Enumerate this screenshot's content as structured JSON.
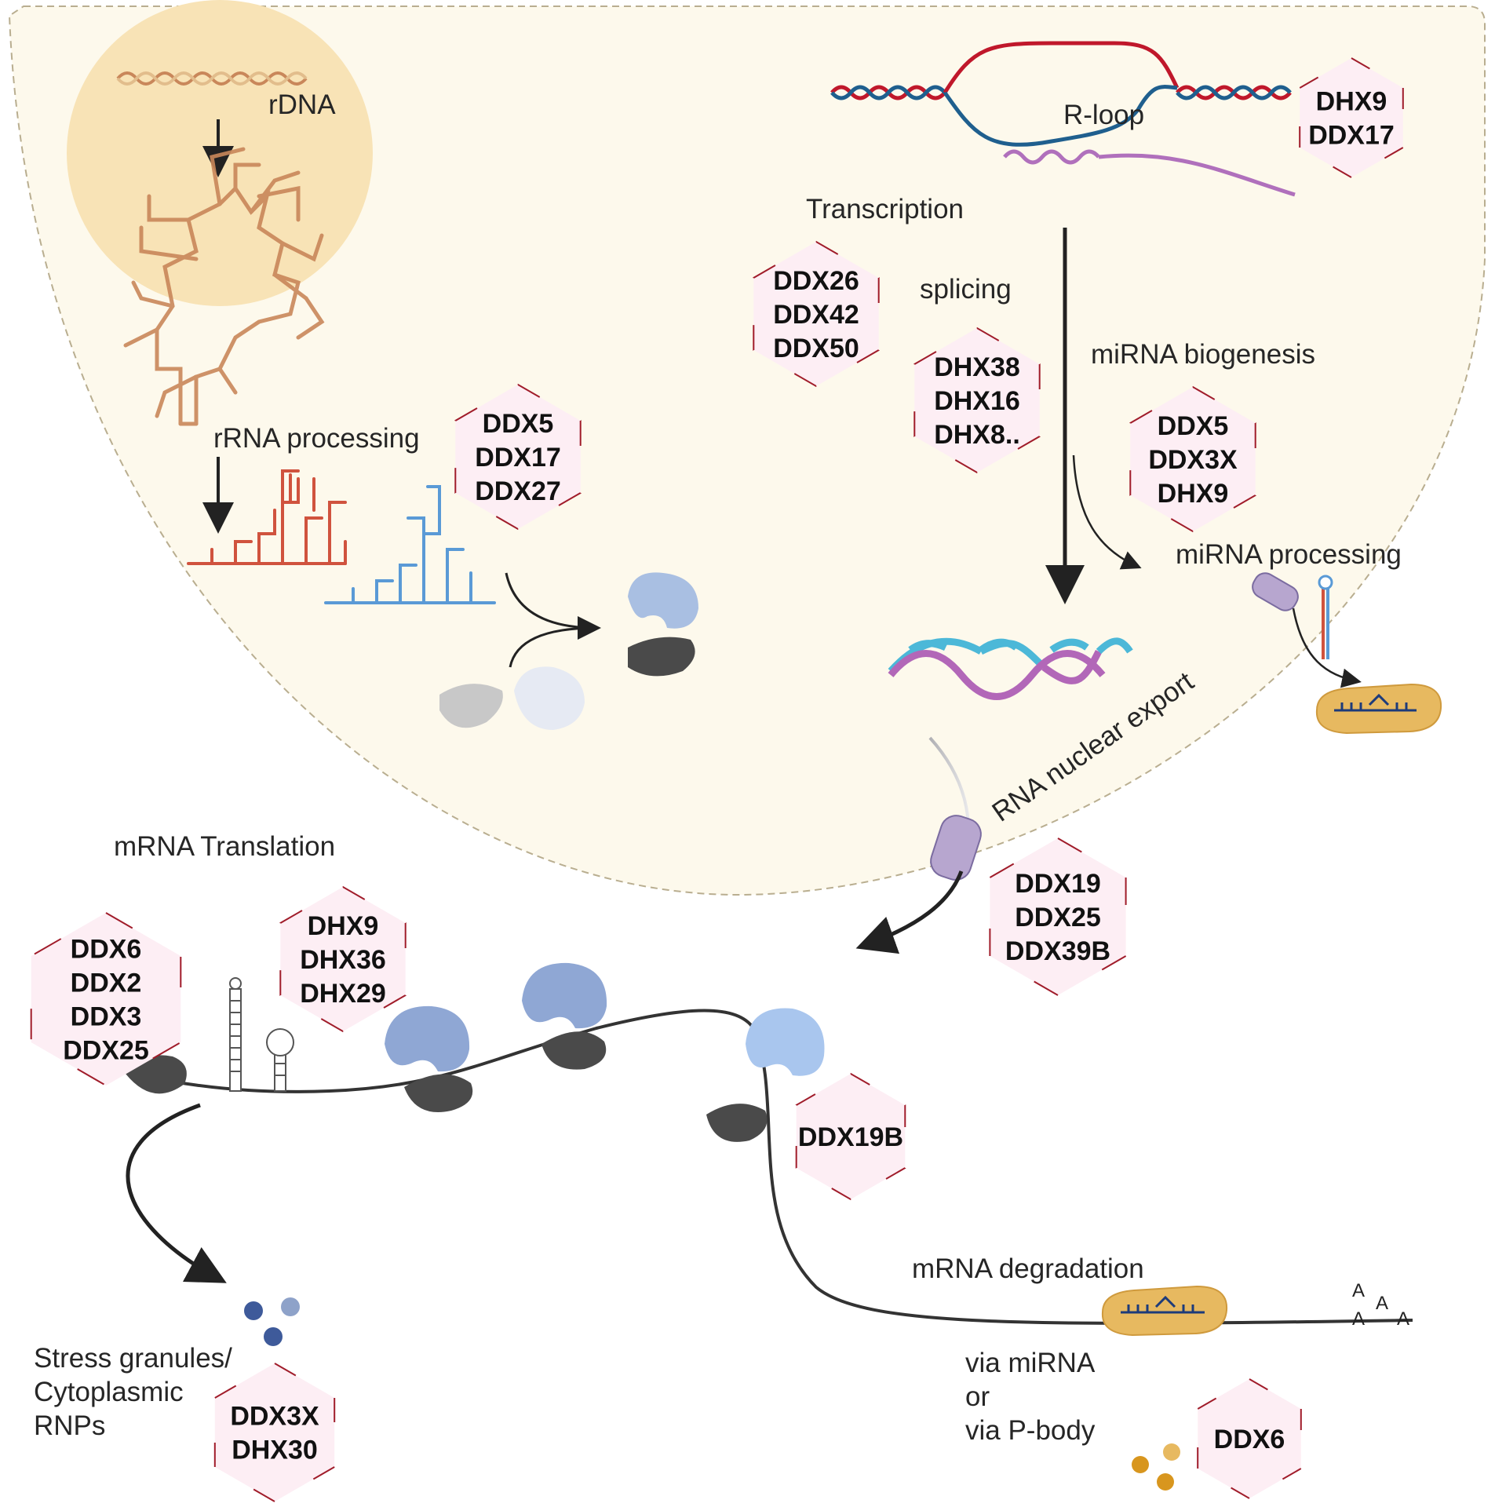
{
  "labels": {
    "rdna": "rDNA",
    "rrna_processing": "rRNA processing",
    "r_loop": "R-loop",
    "transcription": "Transcription",
    "splicing": "splicing",
    "mirna_biogenesis": "miRNA biogenesis",
    "mirna_processing": "miRNA processing",
    "rna_nuclear_export": "RNA nuclear export",
    "mrna_translation": "mRNA Translation",
    "mrna_degradation": "mRNA degradation",
    "via_mirna": "via miRNA",
    "or": "or",
    "via_pbody": "via P-body",
    "stress_line1": "Stress granules/",
    "stress_line2": "Cytoplasmic",
    "stress_line3": "RNPs",
    "polya": [
      "A",
      "A",
      "A",
      "A"
    ]
  },
  "helicase_groups": {
    "rrna": [
      "DDX5",
      "DDX17",
      "DDX27"
    ],
    "rloop": [
      "DHX9",
      "DDX17"
    ],
    "transcription": [
      "DDX26",
      "DDX42",
      "DDX50"
    ],
    "splicing": [
      "DHX38",
      "DHX16",
      "DHX8.."
    ],
    "mirna": [
      "DDX5",
      "DDX3X",
      "DHX9"
    ],
    "export": [
      "DDX19",
      "DDX25",
      "DDX39B"
    ],
    "translation_left": [
      "DDX6",
      "DDX2",
      "DDX3",
      "DDX25"
    ],
    "translation_mid": [
      "DHX9",
      "DHX36",
      "DHX29"
    ],
    "ribosome_release": [
      "DDX19B"
    ],
    "stress": [
      "DDX3X",
      "DHX30"
    ],
    "degradation": [
      "DDX6"
    ]
  },
  "colors": {
    "nucleus_fill": "#fdf9ec",
    "nucleolus_fill": "#f8e3b6",
    "hex_fill": "#fdeef4",
    "hex_stroke": "#a01c2a",
    "rrna_orange": "#c9875a",
    "rrna_red": "#d0533e",
    "rrna_blue": "#5a9ad6",
    "mrna_cyan": "#4cb8d8",
    "mrna_purple": "#b267b8",
    "dna_red": "#c0182b",
    "dna_blue": "#1f5f8e",
    "ribosome_large": "#a9bfe2",
    "ribosome_small": "#4a4a4a",
    "risc_gold": "#e7b960",
    "granule_blue": "#3e5a9a",
    "granule_gold": "#d8961e"
  }
}
